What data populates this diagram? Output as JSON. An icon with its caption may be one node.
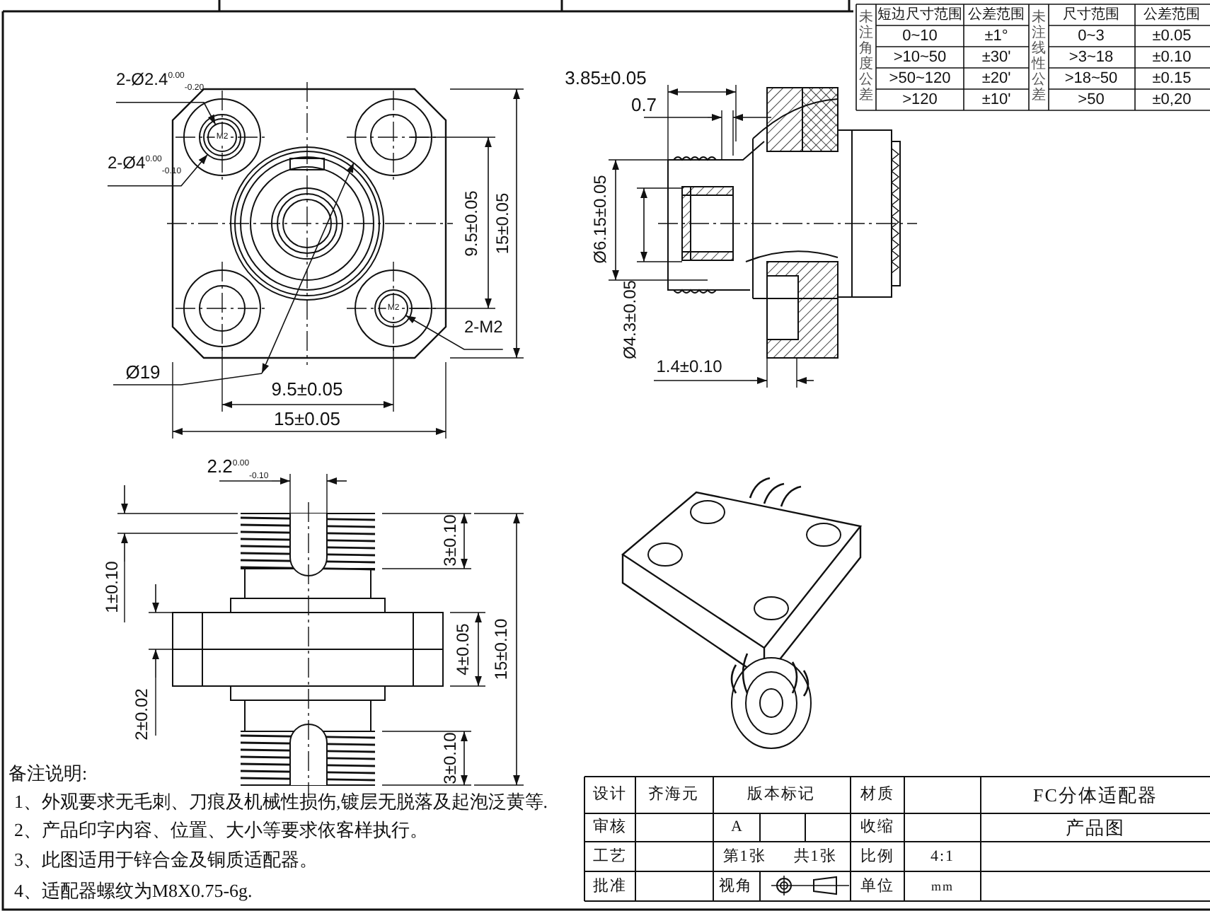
{
  "diagram": {
    "nodes": [
      {
        "text": [
          "2-Ø2.4$^{0.00}$$_{-0.20}$"
        ]
      },
      {
        "text": [
          "2-Ø4$^{0.00}$$_{-0.10}$"
        ]
      },
      {
        "text": [
          "2-M2"
        ]
      },
      {
        "text": [],
        "shape": "circle"
      },
      {
        "text": [],
        "shape": "circle",
        "in": 3
      },
      {
        "text": [],
        "shape": "circle"
      }
    ],
    "edges": [
      {
        "from": 0,
        "to": 4,
        "arrow": "to"
      },
      {
        "from": 1,
        "to": 3,
        "arrow": "to"
      },
      {
        "from": 2,
        "to": 5,
        "arrow": "to"
      }
    ],
    "labels": [
      "未注角度公差",
      "短边尺寸范围",
      "公差范围",
      "未注线性公差",
      "尺寸范围",
      "公差范围",
      "0~10",
      "±1°",
      "0~3",
      "±0.05",
      ">10~50",
      "±30'",
      ">3~18",
      "±0.10",
      ">50~120",
      "±20'",
      ">18~50",
      "±0.15",
      ">120",
      "±10'",
      ">50",
      "±0,20",
      "M2",
      "M2",
      "3.85±0.05",
      "0.7",
      "9.5±0.05",
      "15±0.05",
      "Ø6.15±0.05",
      "Ø4.3±0.05",
      "Ø19",
      "1.4±0.10",
      "9.5±0.05",
      "15±0.05",
      "2.2$^{0.00}$$_{-0.10}$",
      "3±0.10",
      "1±0.10",
      "4±0.05",
      "15±0.10",
      "2±0.02",
      "3±0.10",
      "备注说明:",
      "1、外观要求无毛刺、刀痕及机械性损伤,镀层无脱落及起泡泛黄等.",
      "2、产品印字内容、位置、大小等要求依客样执行。",
      "3、此图适用于锌合金及铜质适配器。",
      "4、适配器螺纹为M8X0.75-6g.",
      "设计",
      "齐海元",
      "版本标记",
      "材质",
      "FC分体适配器",
      "审核",
      "A",
      "收缩",
      "产品图",
      "工艺",
      "第1张",
      "共1张",
      "比例",
      "4:1",
      "批准",
      "视角",
      "单位",
      "mm"
    ]
  }
}
